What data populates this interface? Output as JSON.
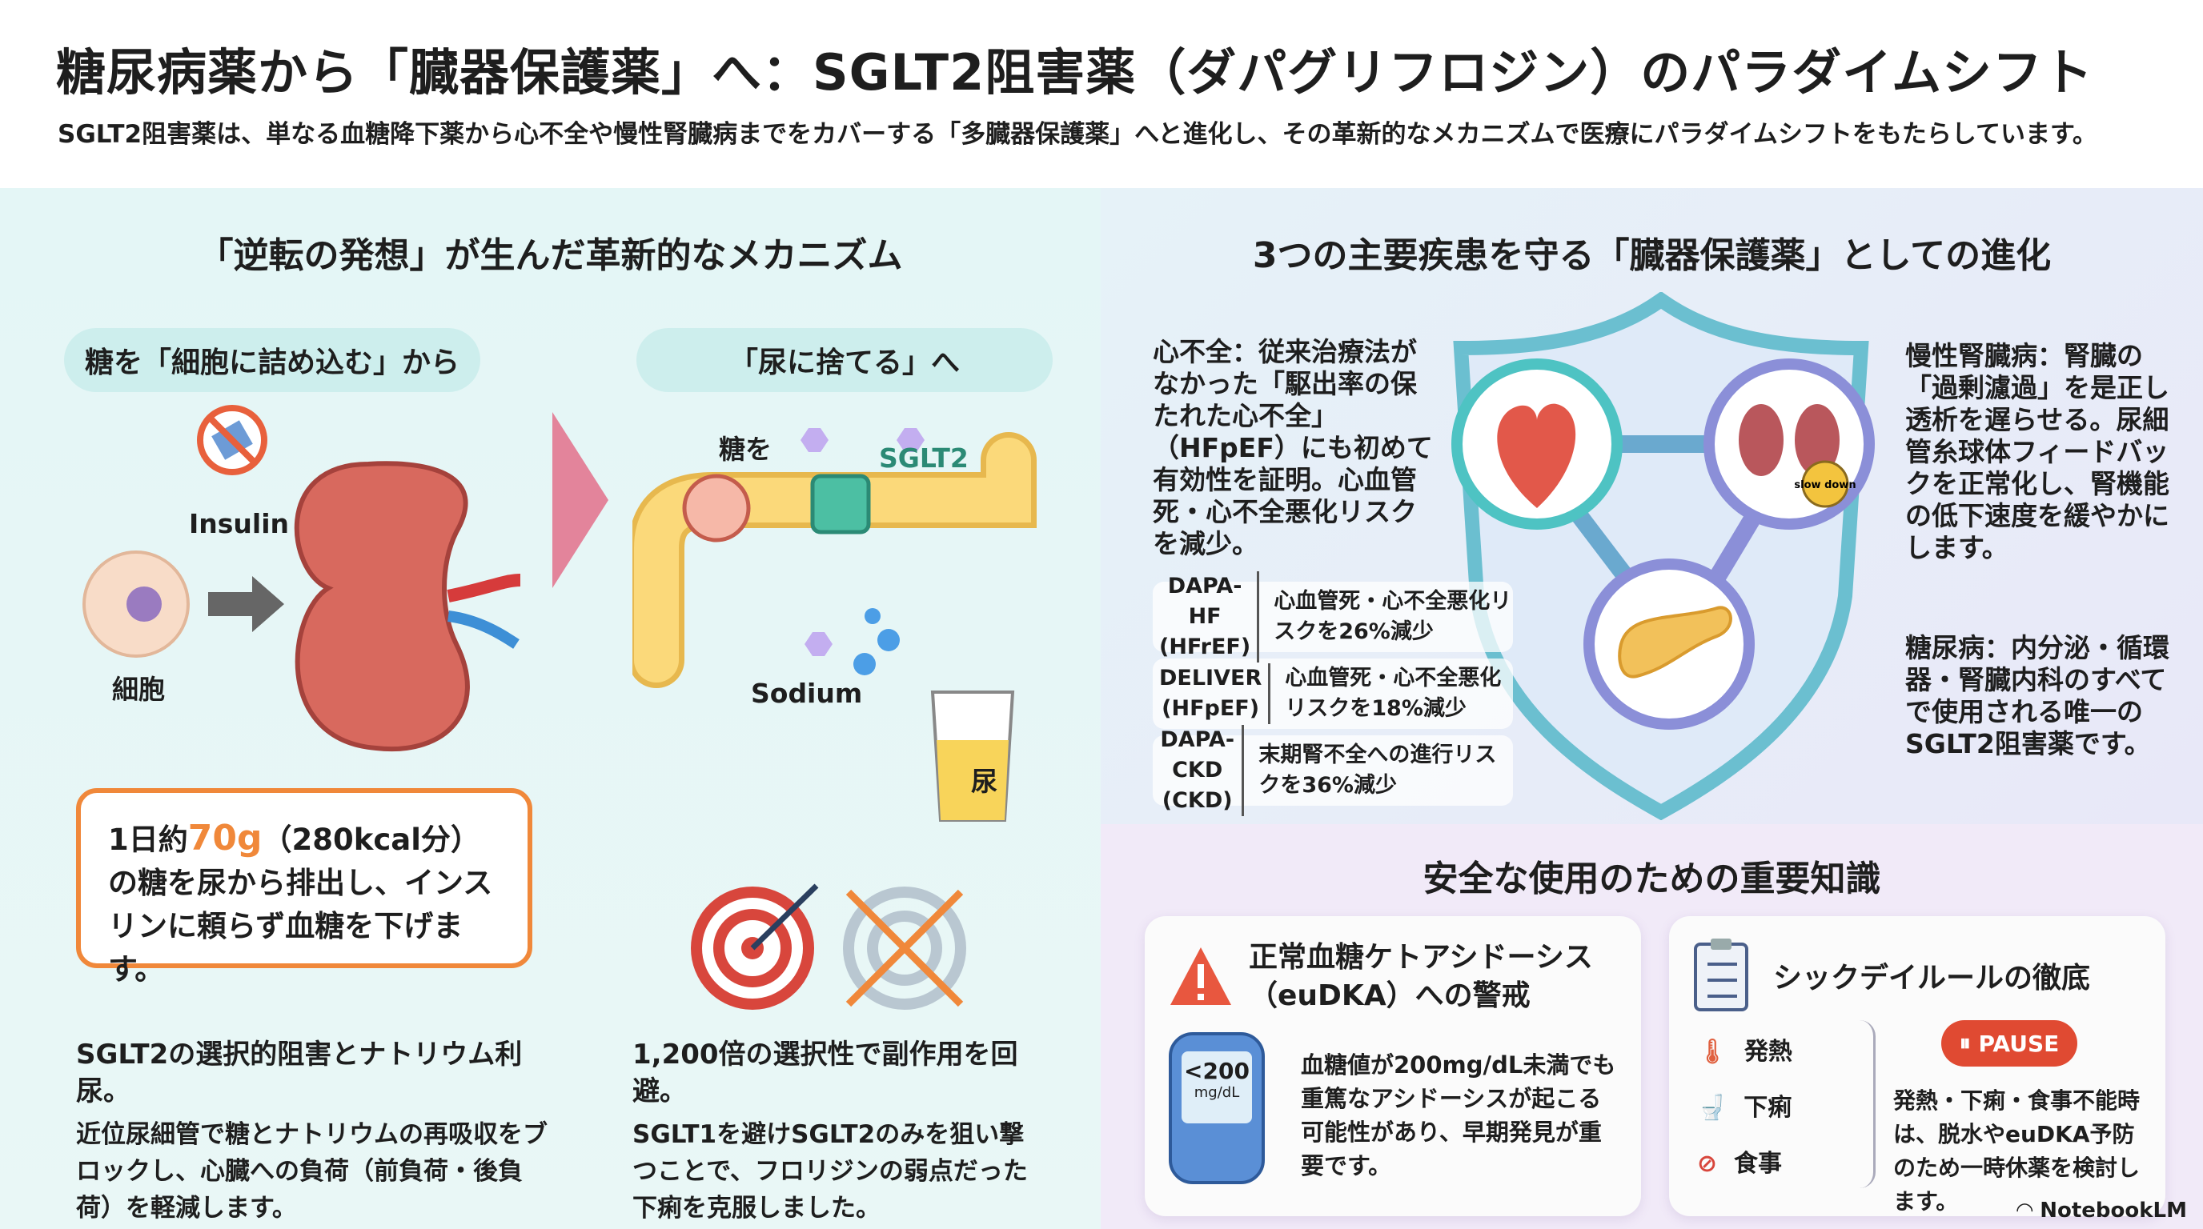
{
  "header": {
    "title": "糖尿病薬から「臓器保護薬」へ：SGLT2阻害薬（ダパグリフロジン）のパラダイムシフト",
    "subtitle": "SGLT2阻害薬は、単なる血糖降下薬から心不全や慢性腎臓病までをカバーする「多臓器保護薬」へと進化し、その革新的なメカニズムで医療にパラダイムシフトをもたらしています。"
  },
  "mechanism": {
    "heading": "「逆転の発想」が生んだ革新的なメカニズム",
    "pill_left": "糖を「細胞に詰め込む」から",
    "pill_right": "「尿に捨てる」へ",
    "insulin_label": "Insulin",
    "cell_label": "細胞",
    "sugar_label": "糖を",
    "sglt2_label": "SGLT2",
    "sodium_label": "Sodium",
    "urine_label": "尿",
    "callout": {
      "pre": "1日約",
      "amount": "70g",
      "post": "（280kcal分）の糖を尿から排出し、インスリンに頼らず血糖を下げます。",
      "accent": "#f0883a"
    },
    "point1": {
      "title": "SGLT2の選択的阻害とナトリウム利尿。",
      "body": "近位尿細管で糖とナトリウムの再吸収をブロックし、心臓への負荷（前負荷・後負荷）を軽減します。"
    },
    "point2": {
      "title": "1,200倍の選択性で副作用を回避。",
      "body": "SGLT1を避けSGLT2のみを狙い撃つことで、フロリジンの弱点だった下痢を克服しました。"
    }
  },
  "organs": {
    "heading": "3つの主要疾患を守る「臓器保護薬」としての進化",
    "heart_failure": {
      "term": "心不全：",
      "text": "従来治療法がなかった「駆出率の保たれた心不全」（HFpEF）にも初めて有効性を証明。心血管死・心不全悪化リスクを減少。"
    },
    "ckd": {
      "term": "慢性腎臓病：",
      "text": "腎臓の「過剰濾過」を是正し透析を遅らせる。尿細管糸球体フィードバックを正常化し、腎機能の低下速度を緩やかにします。"
    },
    "diabetes": {
      "term": "糖尿病：",
      "text": "内分泌・循環器・腎臓内科のすべてで使用される唯一のSGLT2阻害薬です。"
    },
    "kidney_badge": "slow down",
    "trials": [
      {
        "name": "DAPA-HF",
        "type": "(HFrEF)",
        "result": "心血管死・心不全悪化リスクを26%減少"
      },
      {
        "name": "DELIVER",
        "type": "(HFpEF)",
        "result": "心血管死・心不全悪化リスクを18%減少"
      },
      {
        "name": "DAPA-CKD",
        "type": "(CKD)",
        "result": "末期腎不全への進行リスクを36%減少"
      }
    ]
  },
  "safety": {
    "heading": "安全な使用のための重要知識",
    "eudka": {
      "title": "正常血糖ケトアシドーシス（euDKA）への警戒",
      "meter_value": "<200",
      "meter_unit": "mg/dL",
      "text": "血糖値が200mg/dL未満でも重篤なアシドーシスが起こる可能性があり、早期発見が重要です。"
    },
    "sickday": {
      "title": "シックデイルールの徹底",
      "items": [
        "発熱",
        "下痢",
        "食事"
      ],
      "pause_label": "PAUSE",
      "text": "発熱・下痢・食事不能時は、脱水やeuDKA予防のため一時休薬を検討します。"
    }
  },
  "footer": {
    "brand": "NotebookLM"
  }
}
